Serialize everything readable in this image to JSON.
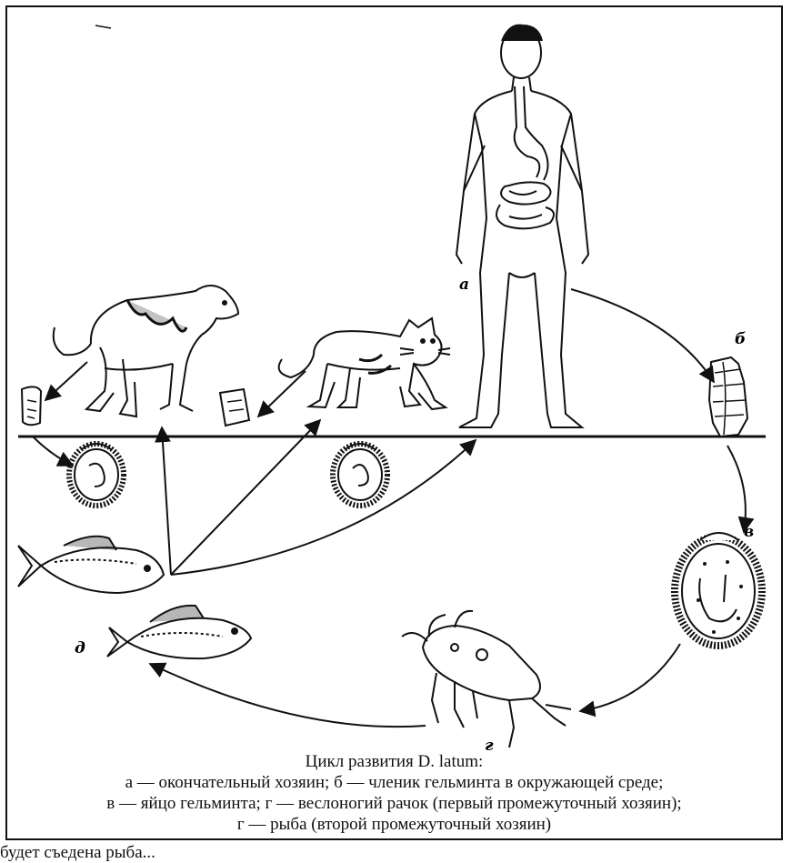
{
  "labels": {
    "a": "а",
    "b": "б",
    "v": "в",
    "g": "г",
    "d": "д"
  },
  "caption": {
    "title": "Цикл развития D. latum:",
    "line1": "а — окончательный хозяин; б — членик гельминта в окружающей среде;",
    "line2": "в — яйцо гельминта; г — веслоногий рачок (первый промежуточный хозяин);",
    "line3": "г — рыба (второй промежуточный хозяин)"
  },
  "cut_text": "будет съедена рыба..."
}
